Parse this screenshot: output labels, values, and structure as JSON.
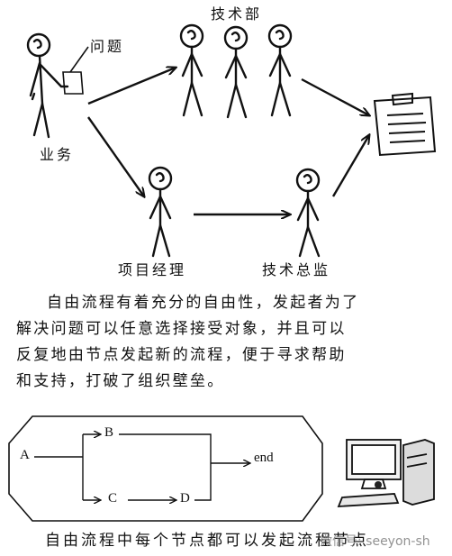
{
  "labels": {
    "problem": "问题",
    "business": "业务",
    "tech_dept": "技术部",
    "project_manager": "项目经理",
    "tech_director": "技术总监"
  },
  "paragraph": {
    "lines": [
      "自由流程有着充分的自由性，发起者为了",
      "解决问题可以任意选择接受对象，并且可以",
      "反复地由节点发起新的流程，便于寻求帮助",
      "和支持，打破了组织壁垒。"
    ]
  },
  "flow": {
    "start": "A",
    "node_b": "B",
    "node_c": "C",
    "node_d": "D",
    "end": "end"
  },
  "caption": "自由流程中每个节点都可以发起流程节点",
  "watermark": "微信号: seeyon-sh",
  "icons": [
    "person-icon",
    "document-icon",
    "computer-icon"
  ]
}
